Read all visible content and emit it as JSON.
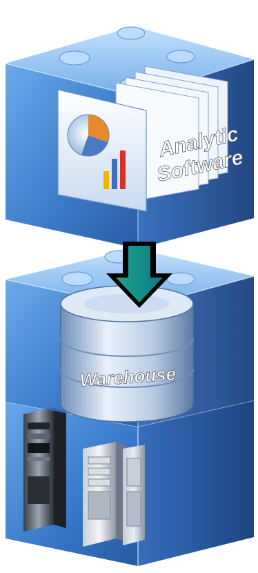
{
  "layers": {
    "top": {
      "label_line1": "Analytic",
      "label_line2": "Software"
    },
    "middle": {
      "label": "Warehouse"
    },
    "bottom": {
      "icon": "server-rack-icon"
    }
  },
  "arrow": {
    "direction": "down",
    "fill": "#1f9a8c",
    "outline": "#000000"
  },
  "colors": {
    "cube_face": "#3f86d6",
    "cube_side": "#1e4f99",
    "cube_top": "#8fc0f0",
    "edge_highlight": "#cfe7ff"
  }
}
